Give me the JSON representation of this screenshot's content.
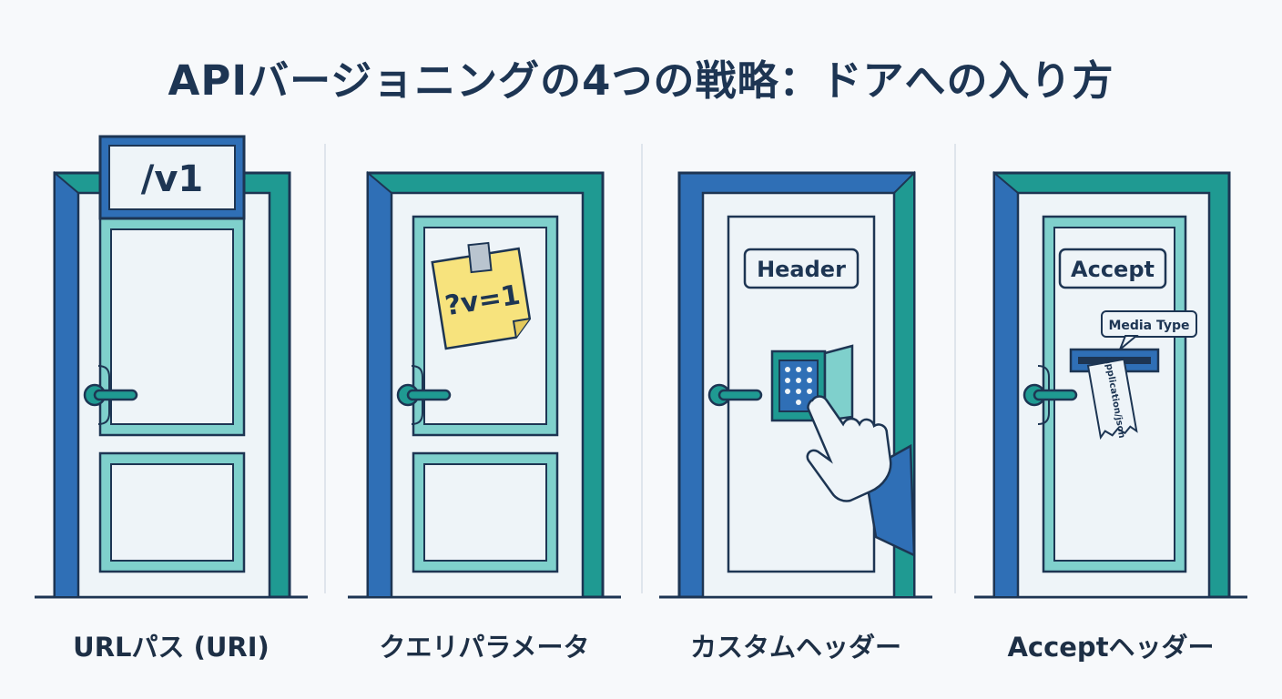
{
  "title": "APIバージョニングの4つの戦略：ドアへの入り方",
  "colors": {
    "frame_blue": "#2f6fb6",
    "frame_teal": "#1f9a92",
    "panel_teal": "#7fd0cc",
    "navy": "#1d3553",
    "note_yellow": "#f7e37d",
    "door_white": "#eef4f8"
  },
  "doors": [
    {
      "label": "URLパス (URI)",
      "sign": "/v1"
    },
    {
      "label": "クエリパラメータ",
      "sticky_note": "?v=1"
    },
    {
      "label": "カスタムヘッダー",
      "sign": "Header"
    },
    {
      "label": "Acceptヘッダー",
      "sign": "Accept",
      "bubble": "Media Type",
      "ticket": "application/json"
    }
  ]
}
